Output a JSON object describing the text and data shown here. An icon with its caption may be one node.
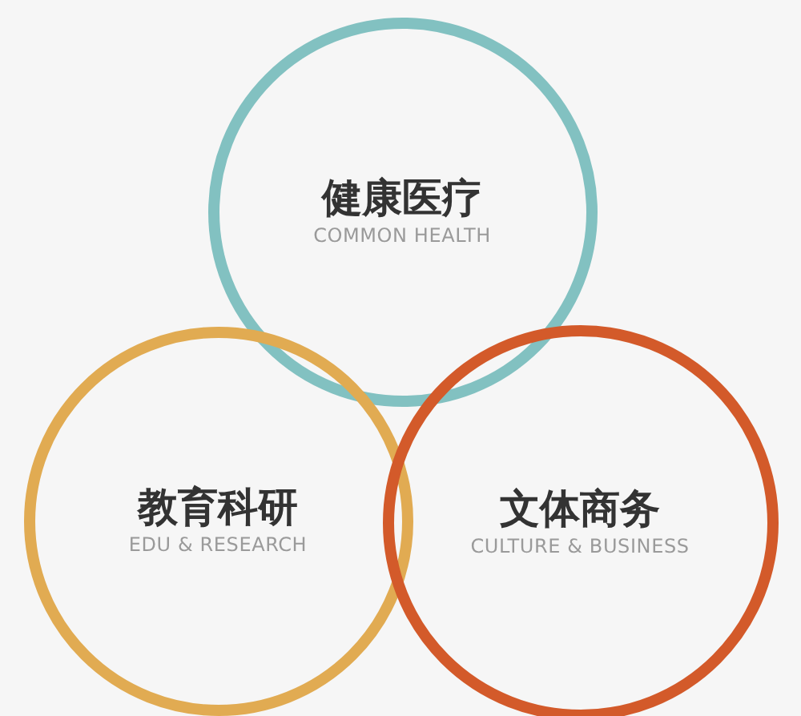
{
  "diagram": {
    "nodes": [
      {
        "text": [
          "健康医疗",
          "COMMON HEALTH"
        ]
      },
      {
        "text": [
          "教育科研",
          "EDU & RESEARCH"
        ]
      },
      {
        "text": [
          "文体商务",
          "CULTURE & BUSINESS"
        ]
      }
    ],
    "edges": []
  }
}
